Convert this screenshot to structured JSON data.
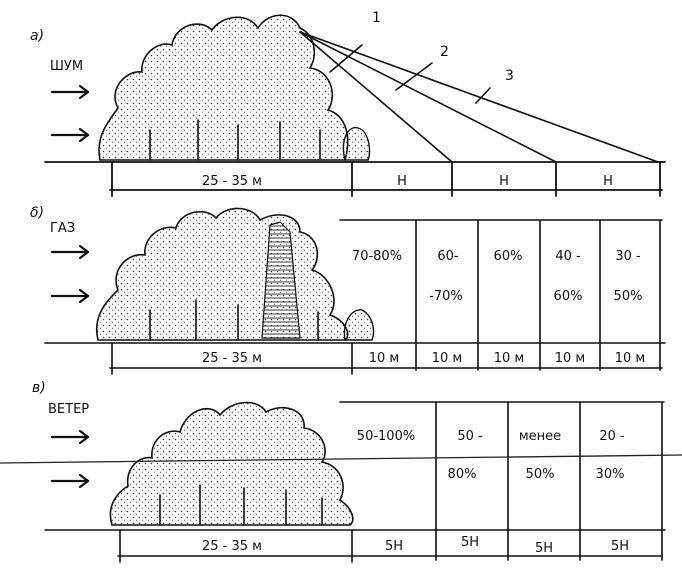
{
  "panels": [
    {
      "id": "a",
      "letter": "а)",
      "factor": "ШУМ",
      "belt_width": "25 - 35 м",
      "zones": [
        "Н",
        "Н",
        "Н"
      ],
      "rays": [
        "1",
        "2",
        "3"
      ]
    },
    {
      "id": "b",
      "letter": "δ)",
      "factor": "ГАЗ",
      "belt_width": "25 - 35 м",
      "reductions": [
        {
          "top": "70-80%",
          "bottom": ""
        },
        {
          "top": "60-",
          "bottom": "-70%"
        },
        {
          "top": "60%",
          "bottom": ""
        },
        {
          "top": "40 -",
          "bottom": "60%"
        },
        {
          "top": "30 -",
          "bottom": "50%"
        }
      ],
      "zones": [
        "10 м",
        "10 м",
        "10 м",
        "10 м",
        "10 м"
      ]
    },
    {
      "id": "c",
      "letter": "в)",
      "factor": "ВЕТЕР",
      "belt_width": "25 - 35 м",
      "reductions": [
        {
          "top": "50-100%",
          "bottom": ""
        },
        {
          "top": "50 -",
          "bottom": "80%"
        },
        {
          "top": "менее",
          "bottom": "50%"
        },
        {
          "top": "20 -",
          "bottom": "30%"
        }
      ],
      "zones": [
        "5Н",
        "5Н",
        "5Н",
        "5Н"
      ]
    }
  ]
}
